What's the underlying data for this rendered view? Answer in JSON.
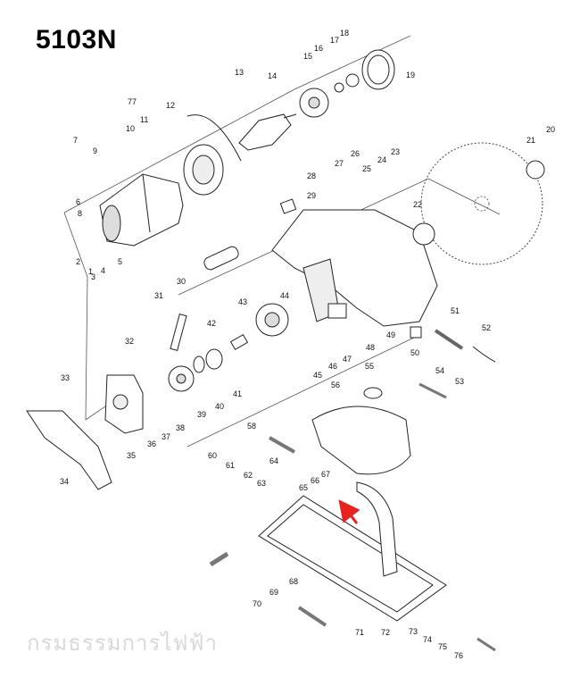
{
  "model": "5103N",
  "watermark": "กรมธรรมการไฟฟ้า",
  "highlight_color": "#e8231f",
  "line_color": "#333333",
  "parts": {
    "p1": "1",
    "p2": "2",
    "p3": "3",
    "p4": "4",
    "p5": "5",
    "p6": "6",
    "p7": "7",
    "p8": "8",
    "p9": "9",
    "p10": "10",
    "p11": "11",
    "p12": "12",
    "p13": "13",
    "p14": "14",
    "p15": "15",
    "p16": "16",
    "p17": "17",
    "p18": "18",
    "p19": "19",
    "p20": "20",
    "p21": "21",
    "p22": "22",
    "p23": "23",
    "p24": "24",
    "p25": "25",
    "p26": "26",
    "p27": "27",
    "p28": "28",
    "p29": "29",
    "p30": "30",
    "p31": "31",
    "p32": "32",
    "p33": "33",
    "p34": "34",
    "p35": "35",
    "p36": "36",
    "p37": "37",
    "p38": "38",
    "p39": "39",
    "p40": "40",
    "p41": "41",
    "p42": "42",
    "p43": "43",
    "p44": "44",
    "p45": "45",
    "p46": "46",
    "p47": "47",
    "p48": "48",
    "p49": "49",
    "p50": "50",
    "p51": "51",
    "p52": "52",
    "p53": "53",
    "p54": "54",
    "p55": "55",
    "p56": "56",
    "p58": "58",
    "p60": "60",
    "p61": "61",
    "p62": "62",
    "p63": "63",
    "p64": "64",
    "p65": "65",
    "p66": "66",
    "p67": "67",
    "p68": "68",
    "p69": "69",
    "p70": "70",
    "p71": "71",
    "p72": "72",
    "p73": "73",
    "p74": "74",
    "p75": "75",
    "p76": "76",
    "p77": "77"
  }
}
